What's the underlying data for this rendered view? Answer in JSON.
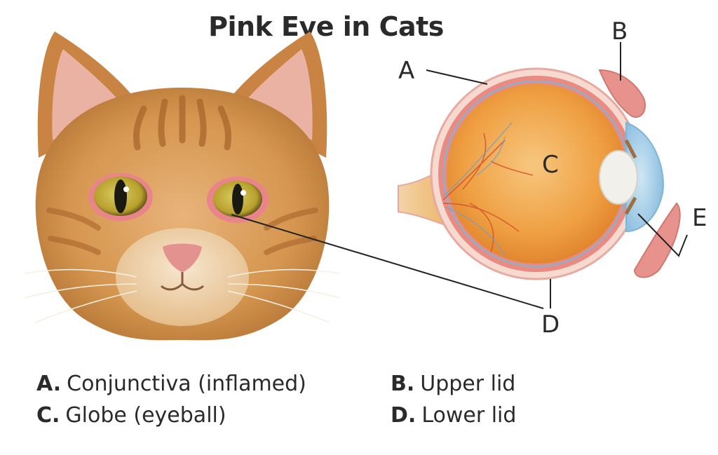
{
  "title": "Pink Eye in Cats",
  "colors": {
    "fur": "#d89a55",
    "fur_dark": "#a9662c",
    "inflamed": "#e9848a",
    "iris": "#c9b53a",
    "globe": "#f0a043",
    "cornea": "#a9d3ec",
    "lens": "#f2f0ea",
    "text": "#2a2a2a"
  },
  "callouts": {
    "A": "A",
    "B": "B",
    "C": "C",
    "D": "D",
    "E": "E"
  },
  "legend": [
    {
      "key": "A.",
      "text": "Conjunctiva (inflamed)"
    },
    {
      "key": "B.",
      "text": "Upper lid"
    },
    {
      "key": "C.",
      "text": "Globe (eyeball)"
    },
    {
      "key": "D.",
      "text": "Lower lid"
    }
  ]
}
